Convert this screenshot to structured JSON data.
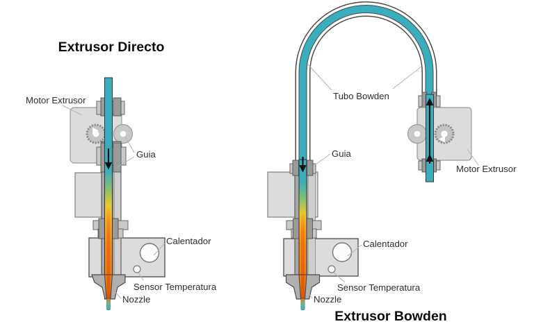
{
  "direct": {
    "title": "Extrusor Directo",
    "labels": {
      "motor": "Motor Extrusor",
      "guide": "Guia",
      "heater": "Calentador",
      "sensor": "Sensor Temperatura",
      "nozzle": "Nozzle"
    }
  },
  "bowden": {
    "title": "Extrusor Bowden",
    "labels": {
      "tube": "Tubo Bowden",
      "guide": "Guia",
      "motor": "Motor Extrusor",
      "heater": "Calentador",
      "sensor": "Sensor Temperatura",
      "nozzle": "Nozzle"
    }
  },
  "colors": {
    "filament_cold": "#3aaebc",
    "filament_hot": "#ee7a10",
    "metal_light": "#dcdcdc",
    "metal_mid": "#a8a8a8",
    "outline": "#4a4a4a"
  }
}
